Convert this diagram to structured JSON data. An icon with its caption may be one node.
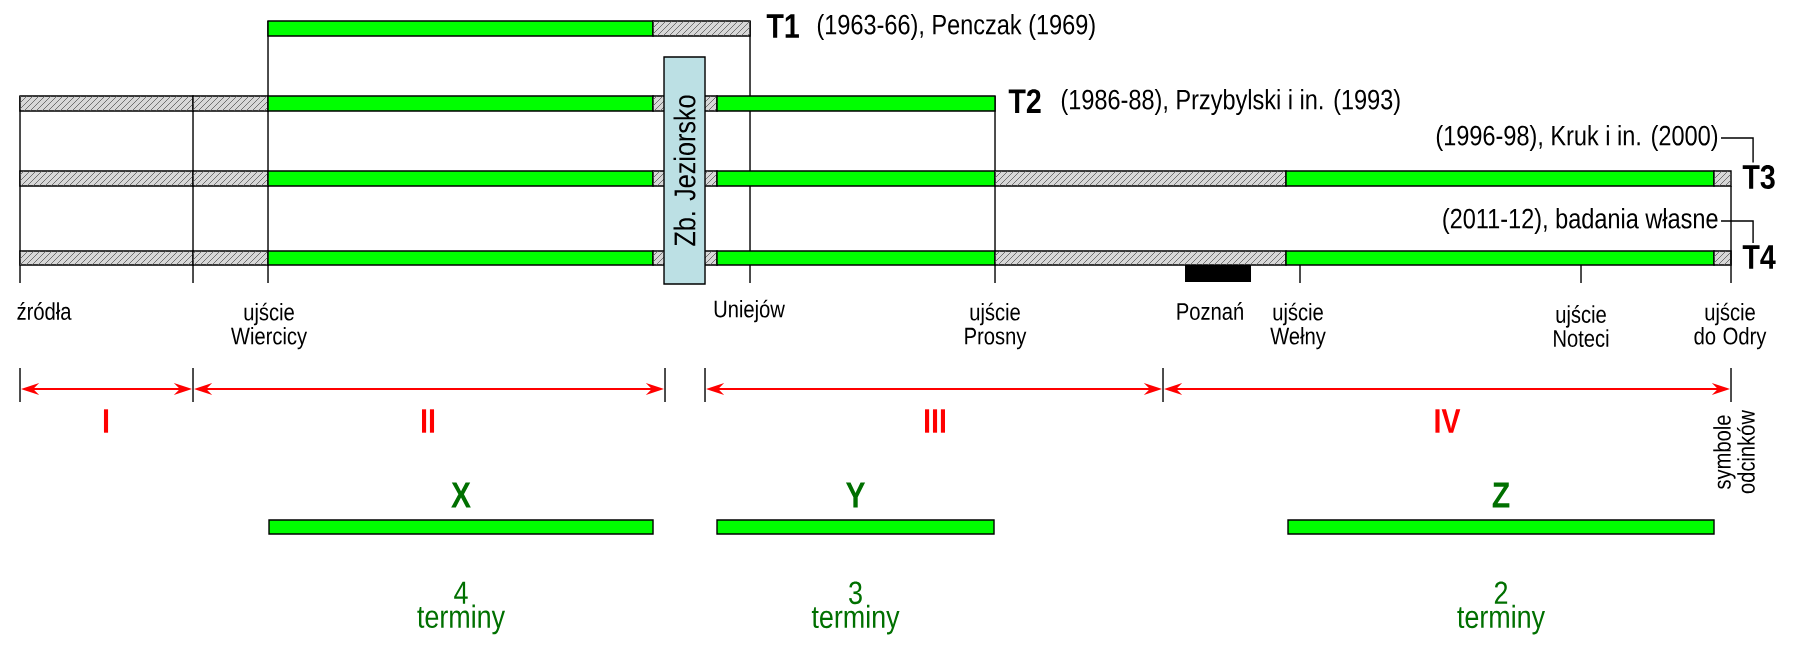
{
  "diagram": {
    "nodes": [
      {
        "text": [
          "Zb. Jeziorsko"
        ]
      },
      {
        "text": [
          "(1996-98), Kruk i in. (2000)"
        ]
      },
      {
        "text": [
          "T3"
        ]
      },
      {
        "text": [
          "(2011-12), badania własne"
        ]
      },
      {
        "text": [
          "T4"
        ]
      },
      {
        "text": [],
        "shape": "bar",
        "beside": [
          "X",
          "4 terminy"
        ]
      },
      {
        "text": [],
        "shape": "bar",
        "beside": [
          "Y",
          "3 terminy"
        ]
      },
      {
        "text": [],
        "shape": "bar",
        "beside": [
          "Z",
          "2 terminy"
        ]
      }
    ],
    "edges": [
      {
        "from": 1,
        "to": 2,
        "arrow": "none"
      },
      {
        "from": 3,
        "to": 4,
        "arrow": "none"
      }
    ],
    "labels": [
      "T1",
      "(1963-66), Penczak (1969)",
      "T2",
      "(1986-88), Przybylski i in. (1993)",
      "źródła",
      "ujście Wiercicy",
      "Uniejów",
      "ujście Prosny",
      "Poznań",
      "ujście Wełny",
      "ujście Noteci",
      "ujście do Odry",
      "I",
      "II",
      "III",
      "IV",
      "symbole odcinków"
    ]
  }
}
